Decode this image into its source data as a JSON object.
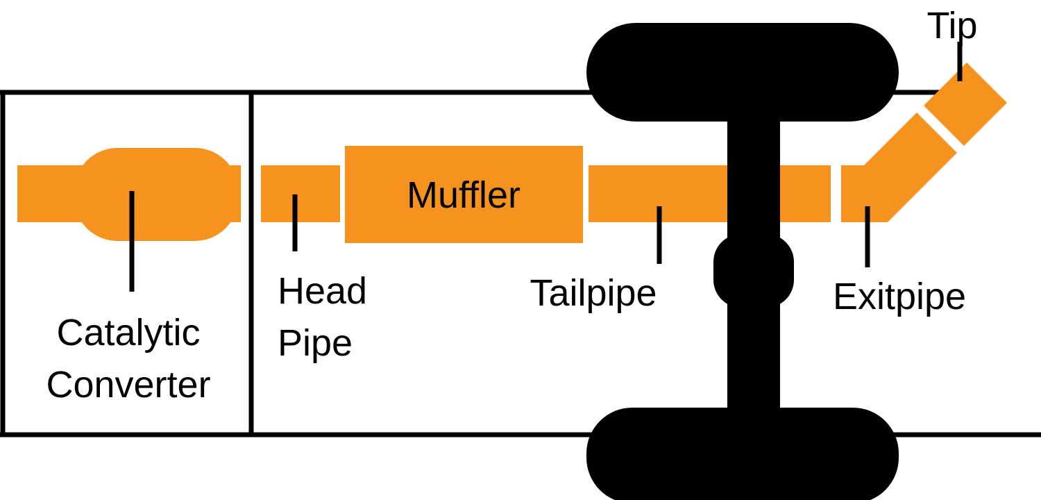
{
  "diagram": {
    "type": "exhaust-system-diagram",
    "colors": {
      "pipe": "#F6921E",
      "ink": "#000000",
      "background": "#FFFFFF"
    },
    "labels": {
      "catalytic_converter_line1": "Catalytic",
      "catalytic_converter_line2": "Converter",
      "head_pipe_line1": "Head",
      "head_pipe_line2": "Pipe",
      "muffler": "Muffler",
      "tailpipe": "Tailpipe",
      "exitpipe": "Exitpipe",
      "tip": "Tip"
    }
  }
}
